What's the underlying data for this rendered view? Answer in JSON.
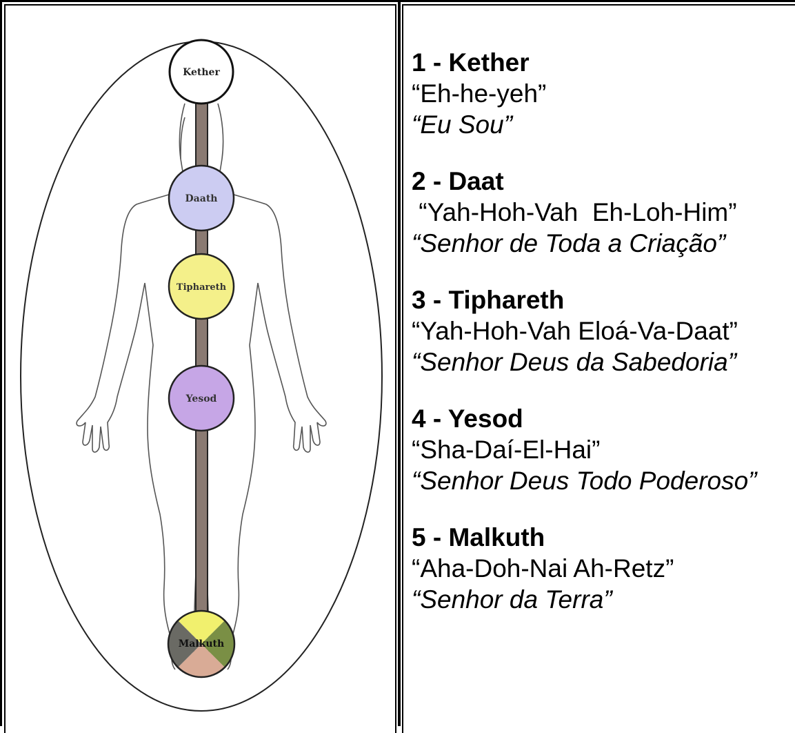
{
  "diagram": {
    "nodes": [
      {
        "id": "kether",
        "label": "Kether",
        "color": "#ffffff"
      },
      {
        "id": "daath",
        "label": "Daath",
        "color": "#ccccf2"
      },
      {
        "id": "tiphareth",
        "label": "Tiphareth",
        "color": "#f4f08a"
      },
      {
        "id": "yesod",
        "label": "Yesod",
        "color": "#c6a6e6"
      },
      {
        "id": "malkuth",
        "label": "Malkuth",
        "colors": [
          "#f1f06e",
          "#7a8f45",
          "#d9ab96",
          "#6a6a64"
        ]
      }
    ],
    "column_color": "#8a7a72"
  },
  "entries": [
    {
      "title": "1 - Kether",
      "name": "“Eh-he-yeh”",
      "meaning": "“Eu Sou”"
    },
    {
      "title": "2 - Daat",
      "name": " “Yah-Hoh-Vah  Eh-Loh-Him”",
      "meaning": "“Senhor de Toda a Criação”"
    },
    {
      "title": "3 - Tiphareth",
      "name": "“Yah-Hoh-Vah Eloá-Va-Daat”",
      "meaning": "“Senhor Deus da Sabedoria”"
    },
    {
      "title": "4 - Yesod",
      "name": "“Sha-Daí-El-Hai”",
      "meaning": "“Senhor Deus Todo Poderoso”"
    },
    {
      "title": "5 - Malkuth",
      "name": "“Aha-Doh-Nai Ah-Retz”",
      "meaning": "“Senhor da Terra”"
    }
  ]
}
